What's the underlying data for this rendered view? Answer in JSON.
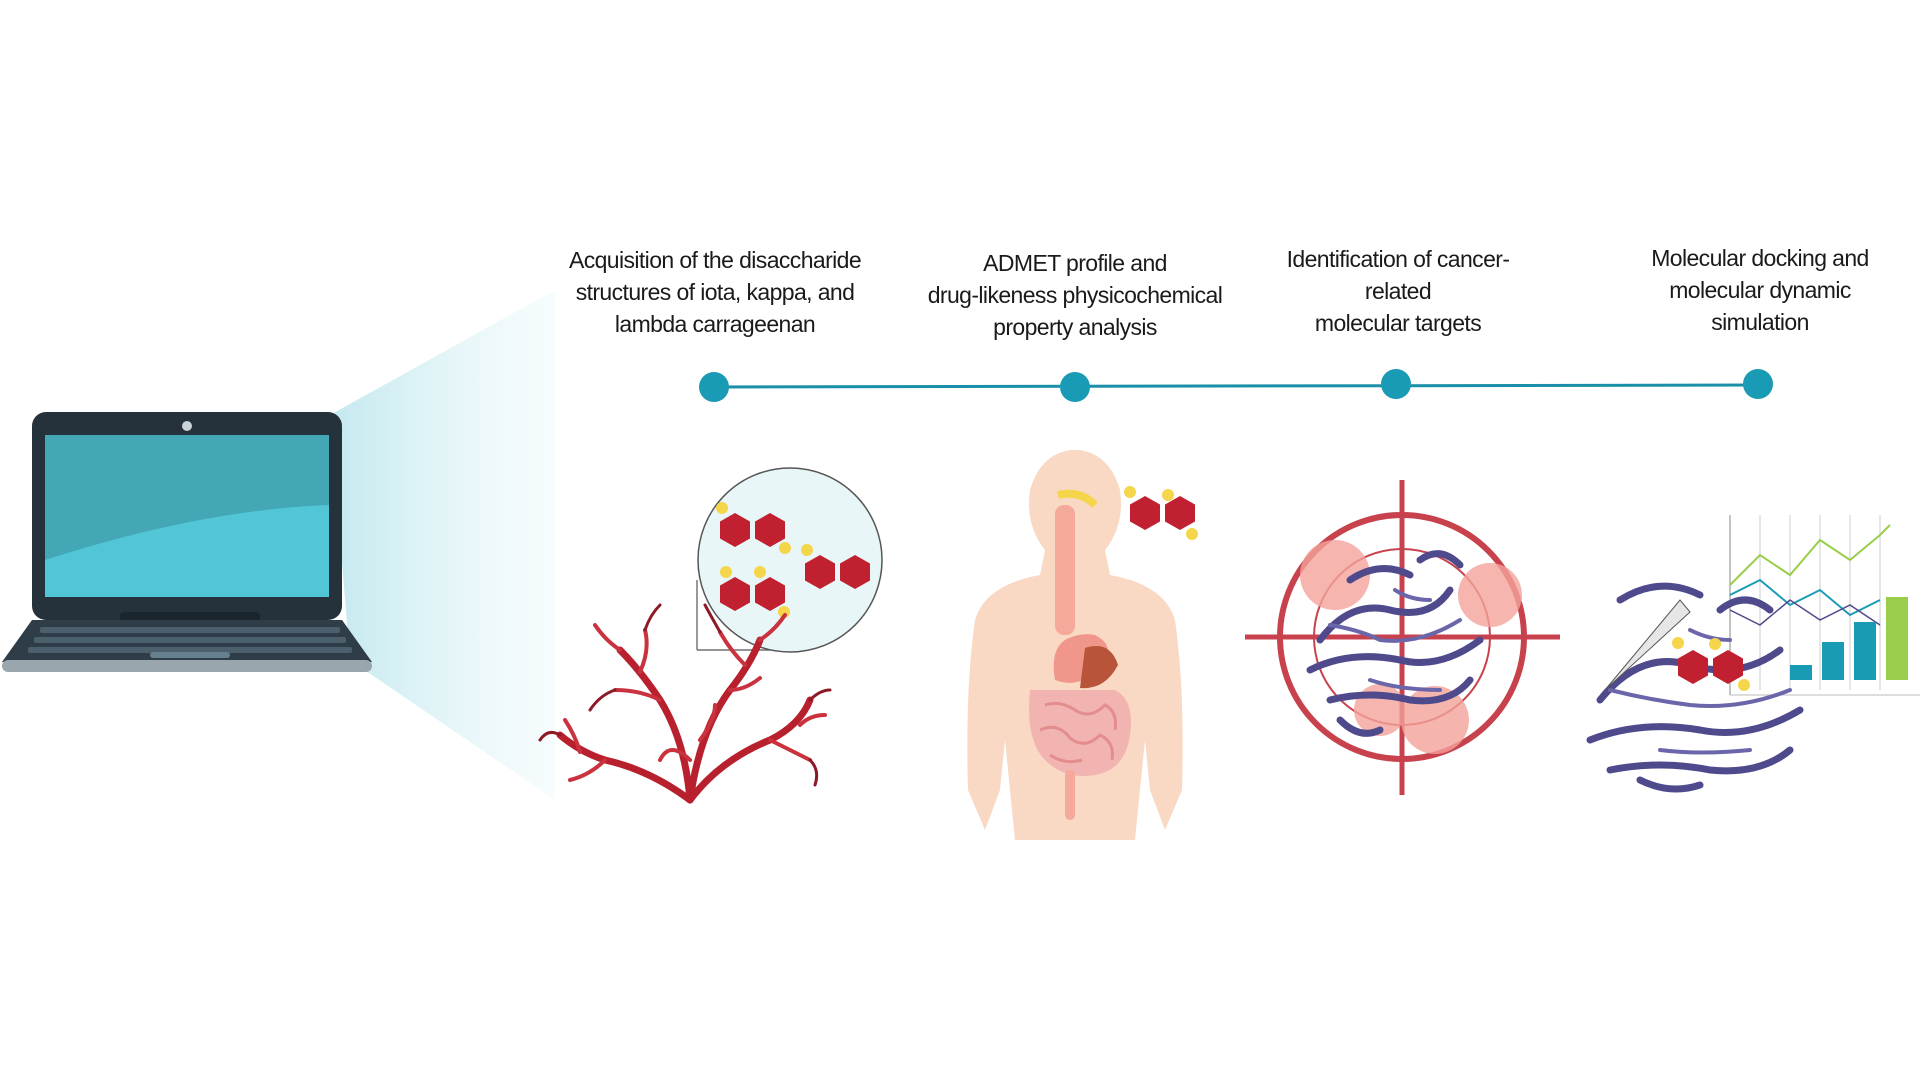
{
  "steps": [
    {
      "lines": [
        "Acquisition of the disaccharide",
        "structures of iota, kappa, and",
        "lambda carrageenan"
      ],
      "icon": "red-seaweed-disaccharide-icon"
    },
    {
      "lines": [
        "ADMET profile and",
        "drug-likeness physicochemical",
        "property analysis"
      ],
      "icon": "human-digestive-system-icon"
    },
    {
      "lines": [
        "Identification of cancer-",
        "related",
        "molecular targets"
      ],
      "icon": "protein-target-crosshair-icon"
    },
    {
      "lines": [
        "Molecular docking and",
        "molecular dynamic",
        "simulation"
      ],
      "icon": "docking-chart-icon"
    }
  ],
  "colors": {
    "timeline": "#1a8fa8",
    "node": "#1a9bb5",
    "sugar": "#c0202f",
    "sugar_dot": "#f5d54a",
    "seaweed": "#b8202e",
    "protein": "#4e4a8c",
    "target": "#c8424d",
    "body": "#f9d9c4",
    "screen": "#52c6d6",
    "laptop": "#25323c"
  }
}
